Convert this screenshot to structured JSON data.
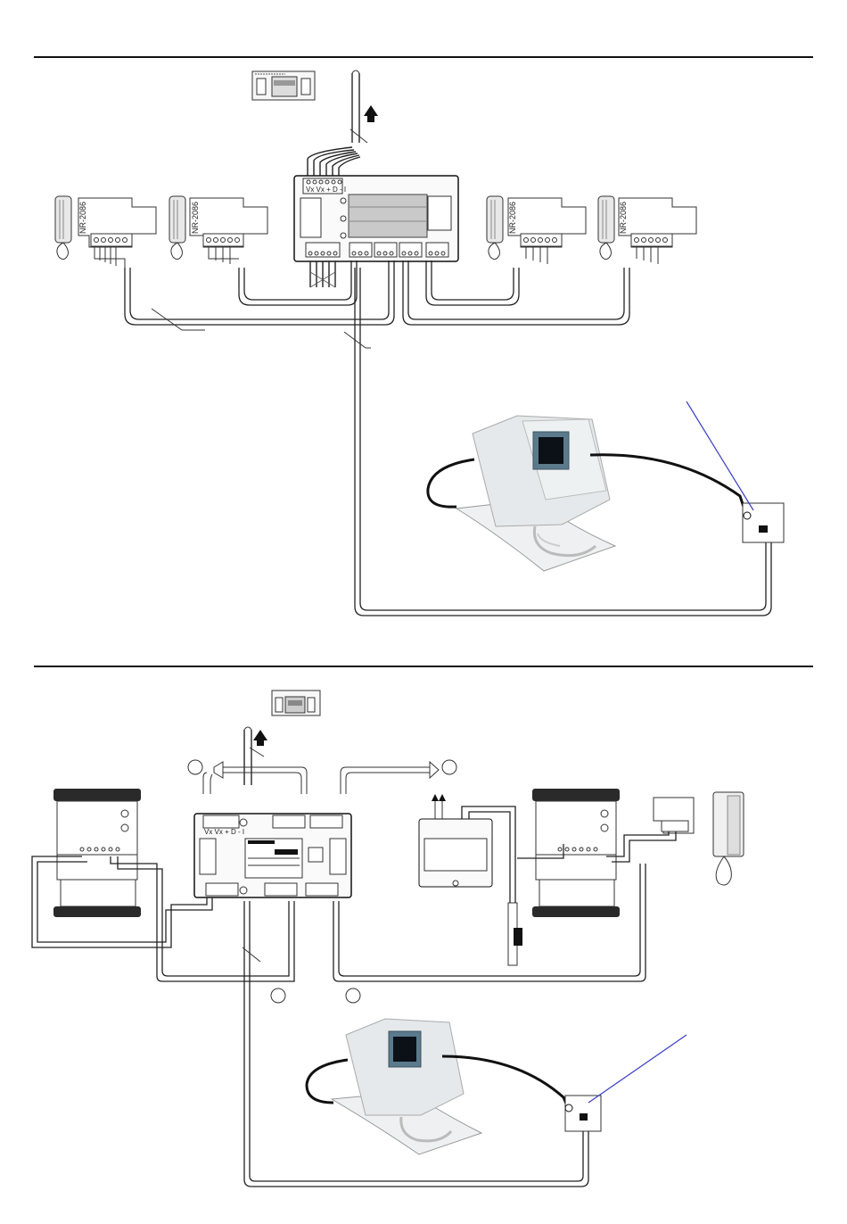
{
  "diagram": {
    "top": {
      "handset_labels": [
        "NR-2086",
        "NR-2086",
        "NR-2086",
        "NR-2086"
      ],
      "distributor_terminals": "Vx Vx  + D  -  I"
    },
    "bottom": {
      "distributor_terminals": "Vx Vx  + D  -  I"
    },
    "colors": {
      "ink": "#111111",
      "line": "#333333",
      "device_fill": "#f4f4f4",
      "screen": "#5b7a8c",
      "monitor_body": "#e9ecee",
      "pointer": "#3a3fc4",
      "panel_dark": "#2a2a2a"
    }
  }
}
